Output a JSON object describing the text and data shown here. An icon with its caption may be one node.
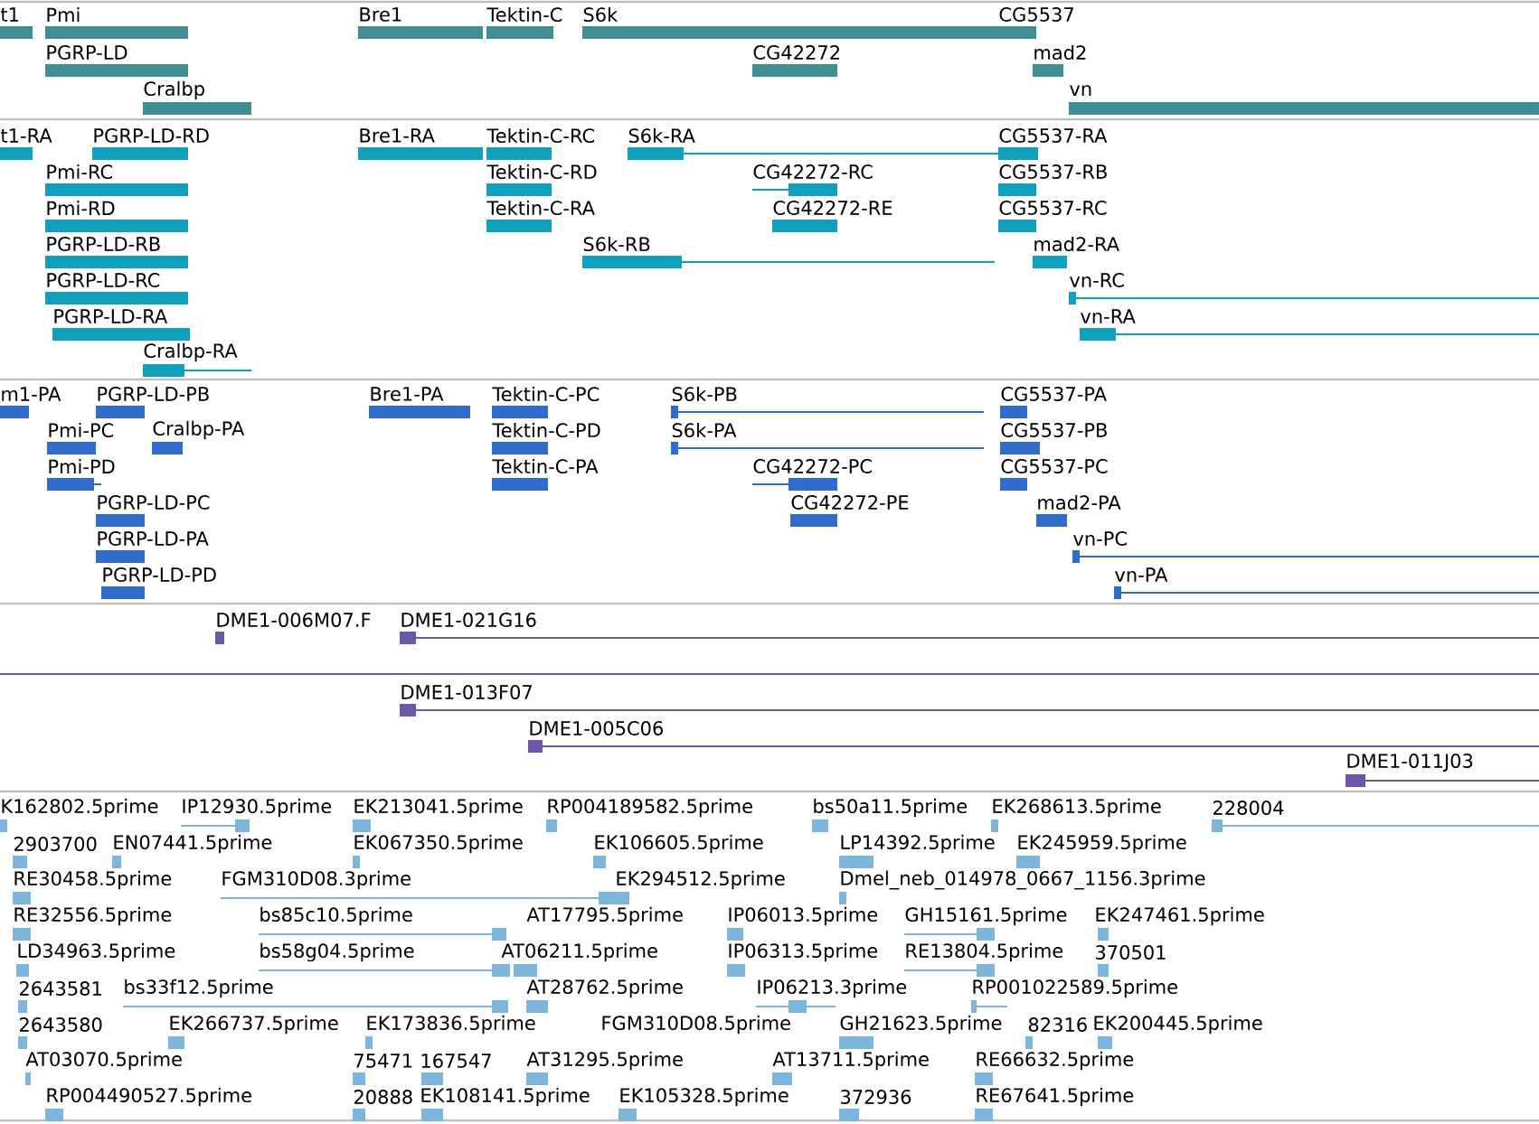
{
  "diagram": {
    "labels": [
      "t1",
      "Pmi",
      "Bre1",
      "Tektin-C",
      "S6k",
      "CG5537",
      "PGRP-LD",
      "CG42272",
      "mad2",
      "Cralbp",
      "vn",
      "t1-RA",
      "PGRP-LD-RD",
      "Bre1-RA",
      "Tektin-C-RC",
      "S6k-RA",
      "CG5537-RA",
      "Pmi-RC",
      "Tektin-C-RD",
      "CG42272-RC",
      "CG5537-RB",
      "Pmi-RD",
      "Tektin-C-RA",
      "CG42272-RE",
      "CG5537-RC",
      "PGRP-LD-RB",
      "S6k-RB",
      "mad2-RA",
      "PGRP-LD-RC",
      "vn-RC",
      "PGRP-LD-RA",
      "vn-RA",
      "Cralbp-RA",
      "m1-PA",
      "PGRP-LD-PB",
      "Bre1-PA",
      "Tektin-C-PC",
      "S6k-PB",
      "CG5537-PA",
      "Pmi-PC",
      "Cralbp-PA",
      "Tektin-C-PD",
      "S6k-PA",
      "CG5537-PB",
      "Pmi-PD",
      "Tektin-C-PA",
      "CG42272-PC",
      "CG5537-PC",
      "PGRP-LD-PC",
      "CG42272-PE",
      "mad2-PA",
      "PGRP-LD-PA",
      "vn-PC",
      "PGRP-LD-PD",
      "vn-PA",
      "DME1-006M07.F",
      "DME1-021G16",
      "DME1-013F07",
      "DME1-005C06",
      "DME1-011J03",
      "K162802.5prime",
      "IP12930.5prime",
      "EK213041.5prime",
      "RP004189582.5prime",
      "bs50a11.5prime",
      "EK268613.5prime",
      "228004",
      "2903700",
      "EN07441.5prime",
      "EK067350.5prime",
      "EK106605.5prime",
      "LP14392.5prime",
      "EK245959.5prime",
      "RE30458.5prime",
      "FGM310D08.3prime",
      "EK294512.5prime",
      "Dmel_neb_014978_0667_1156.3prime",
      "RE32556.5prime",
      "bs85c10.5prime",
      "AT17795.5prime",
      "IP06013.5prime",
      "GH15161.5prime",
      "EK247461.5prime",
      "LD34963.5prime",
      "bs58g04.5prime",
      "AT06211.5prime",
      "IP06313.5prime",
      "RE13804.5prime",
      "370501",
      "2643581",
      "bs33f12.5prime",
      "AT28762.5prime",
      "IP06213.3prime",
      "RP001022589.5prime",
      "2643580",
      "EK266737.5prime",
      "EK173836.5prime",
      "FGM310D08.5prime",
      "GH21623.5prime",
      "82316",
      "EK200445.5prime",
      "AT03070.5prime",
      "75471",
      "167547",
      "AT31295.5prime",
      "AT13711.5prime",
      "RE66632.5prime",
      "RP004490527.5prime",
      "20888",
      "EK108141.5prime",
      "EK105328.5prime",
      "372936",
      "RE67641.5prime"
    ]
  }
}
